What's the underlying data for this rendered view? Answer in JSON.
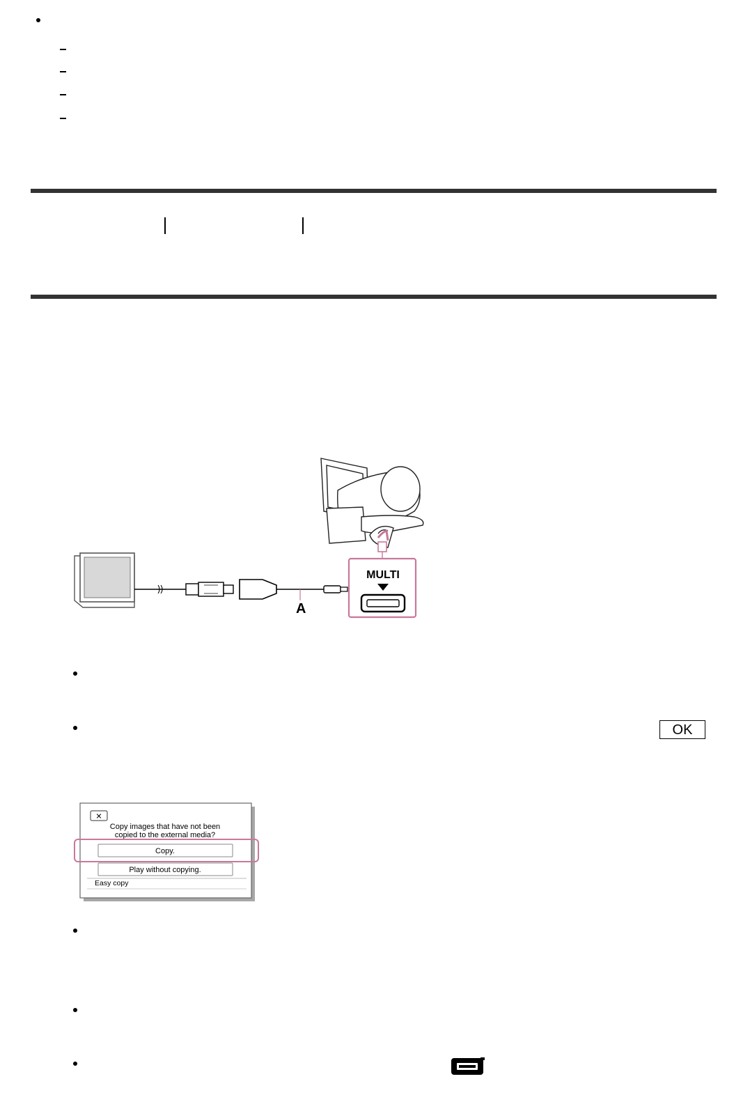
{
  "diagram": {
    "multi_label": "MULTI",
    "cable_callout": "A"
  },
  "ok_button": {
    "label": "OK"
  },
  "dialog": {
    "close_glyph": "✕",
    "question_line1": "Copy images that have not been",
    "question_line2": "copied to the external media?",
    "copy_label": "Copy.",
    "play_label": "Play without copying.",
    "footer": "Easy copy"
  },
  "icons": {
    "top_bullet": "bullet-icon",
    "sub_dashes": "dash-icon",
    "movie_mode": "movie-mode-icon"
  },
  "colors": {
    "highlight": "#c9779a",
    "rule": "#333333"
  }
}
